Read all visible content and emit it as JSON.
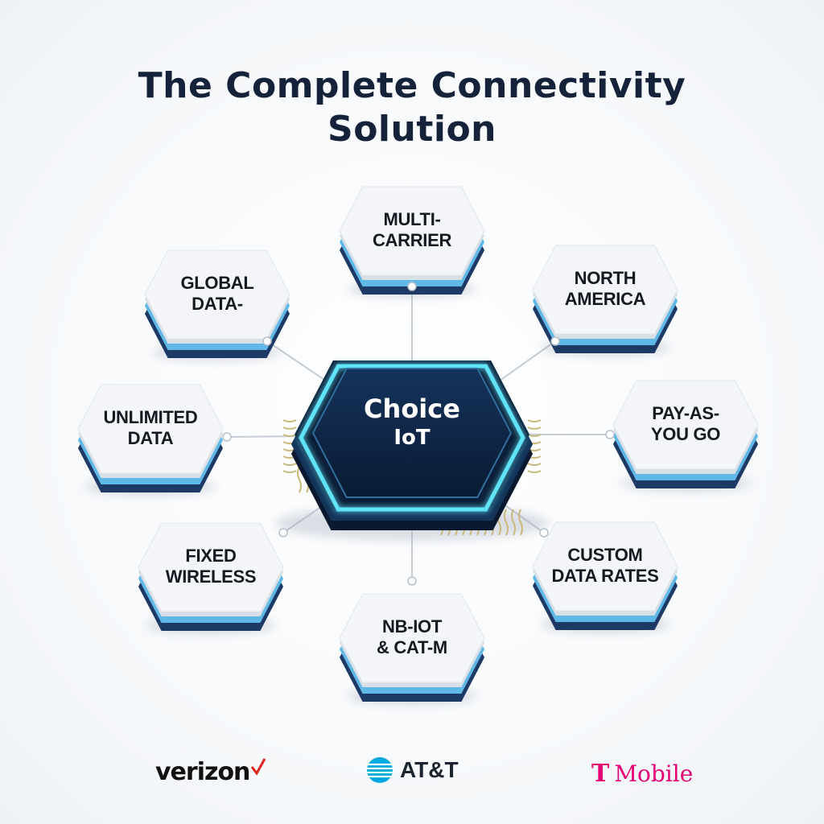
{
  "title": {
    "line1": "The Complete Connectivity",
    "line2": "Solution"
  },
  "hub": {
    "line1": "Choice",
    "line2": "IoT"
  },
  "nodes": [
    {
      "id": "multi-carrier",
      "line1": "MULTI-",
      "line2": "CARRIER"
    },
    {
      "id": "north-america",
      "line1": "NORTH",
      "line2": "AMERICA"
    },
    {
      "id": "pay-as-you-go",
      "line1": "PAY-AS-",
      "line2": "YOU GO"
    },
    {
      "id": "custom-data-rates",
      "line1": "CUSTOM",
      "line2": "DATA RATES"
    },
    {
      "id": "nb-iot-cat-m",
      "line1": "NB-IOT",
      "line2": "& CAT-M"
    },
    {
      "id": "fixed-wireless",
      "line1": "FIXED",
      "line2": "WIRELESS"
    },
    {
      "id": "unlimited-data",
      "line1": "UNLIMITED",
      "line2": "DATA"
    },
    {
      "id": "global-data",
      "line1": "GLOBAL",
      "line2": "DATA-"
    }
  ],
  "logos": {
    "verizon": "verizon",
    "att": "AT&T",
    "tmobile_t": "T",
    "tmobile_word": "Mobile"
  },
  "colors": {
    "title": "#14233a",
    "hub_dark": "#0c1f3a",
    "hub_glow": "#5fe3f5",
    "tile_top": "#f3f5f8",
    "tile_light_blue": "#5fb8e6",
    "tile_navy": "#1d3a66",
    "verizon_check": "#e2231a",
    "att_blue": "#00a8e0",
    "tmobile": "#e20074"
  }
}
